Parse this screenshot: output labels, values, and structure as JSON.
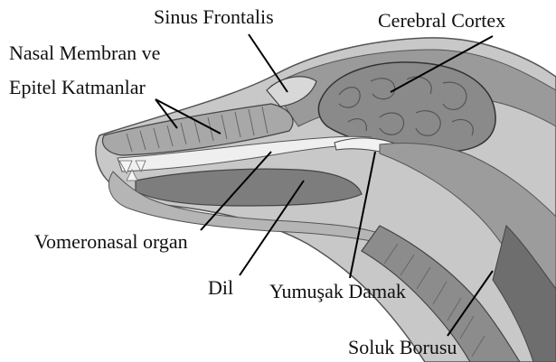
{
  "labels": {
    "sinus_frontalis": "Sinus Frontalis",
    "cerebral_cortex": "Cerebral Cortex",
    "nasal_line1": "Nasal Membran ve",
    "nasal_line2": "Epitel Katmanlar",
    "vomeronasal": "Vomeronasal organ",
    "dil": "Dil",
    "yumusak_damak": "Yumuşak Damak",
    "soluk_borusu": "Soluk Borusu"
  }
}
